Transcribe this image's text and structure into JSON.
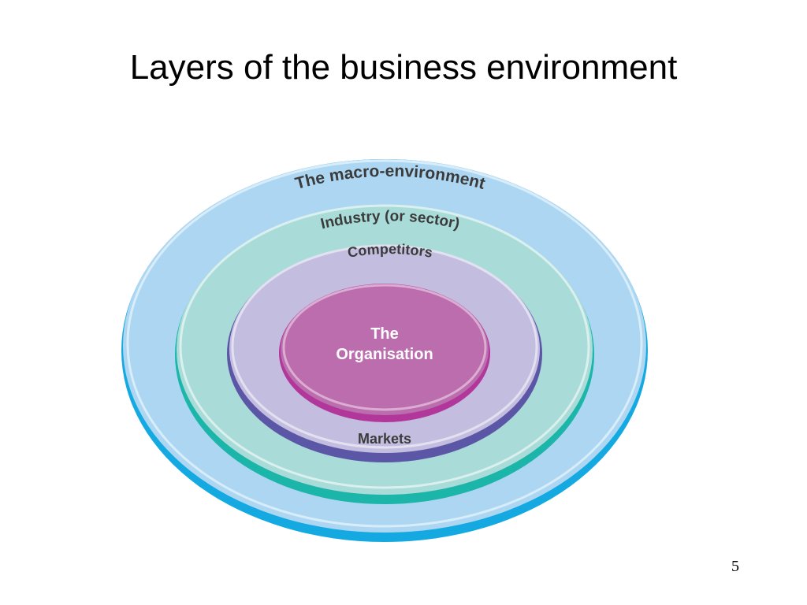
{
  "slide": {
    "title": "Layers of the business environment",
    "page_number": "5"
  },
  "diagram": {
    "layers": [
      {
        "label": "The macro-environment",
        "fill": "#acd6f2",
        "rim": "#15a9e1"
      },
      {
        "label": "Industry (or sector)",
        "fill": "#a9dcd9",
        "rim": "#1bb6a9"
      },
      {
        "label": "Competitors",
        "bottom_label": "Markets",
        "fill": "#c3bedf",
        "rim": "#5b56a6"
      },
      {
        "label_line1": "The",
        "label_line2": "Organisation",
        "fill": "#bb6dad",
        "rim": "#b1379a"
      }
    ]
  }
}
